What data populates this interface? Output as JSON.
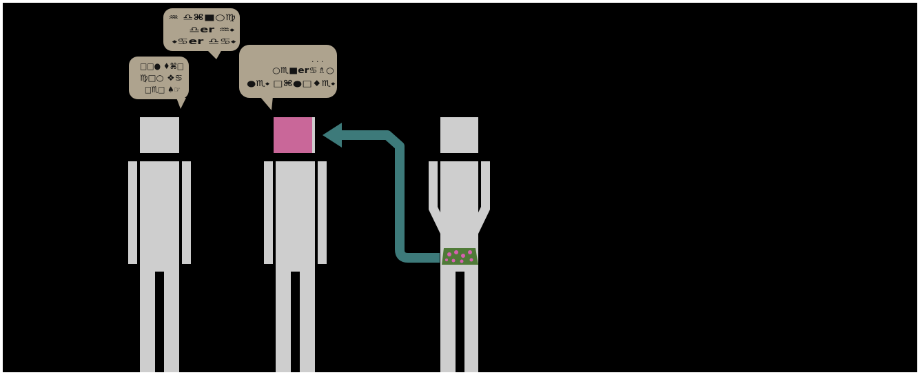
{
  "colors": {
    "background": "#000000",
    "frame": "#ffffff",
    "figure": "#cecece",
    "speech_bubble": "#aea38e",
    "glyph_text": "#141414",
    "head_pink": "#c96799",
    "arrow_teal": "#3d7a7a",
    "pouch_green": "#4f7a37",
    "pouch_dots": "#d760b0"
  },
  "icons": {
    "figure_left": "stick-person-icon",
    "figure_middle": "stick-person-icon",
    "figure_right": "stick-person-icon",
    "arrow": "curved-arrow-icon",
    "pouch": "flower-pouch-icon"
  },
  "bubbles": {
    "top": {
      "line1": "♒ ♎⌘■○♍",
      "line2": "♎er ♒⬩",
      "line3": "⬩♋er ♎♋⬩"
    },
    "left": {
      "line1": "□□● ♦⌘□",
      "line2": "♍□○ ❖♋",
      "line3": "□♏□ ♠☞"
    },
    "middle": {
      "line0": ". . .",
      "line1": "○♏■er♋♗○",
      "line2": "●♏⬩ □⌘●□♦♏⬩"
    }
  }
}
